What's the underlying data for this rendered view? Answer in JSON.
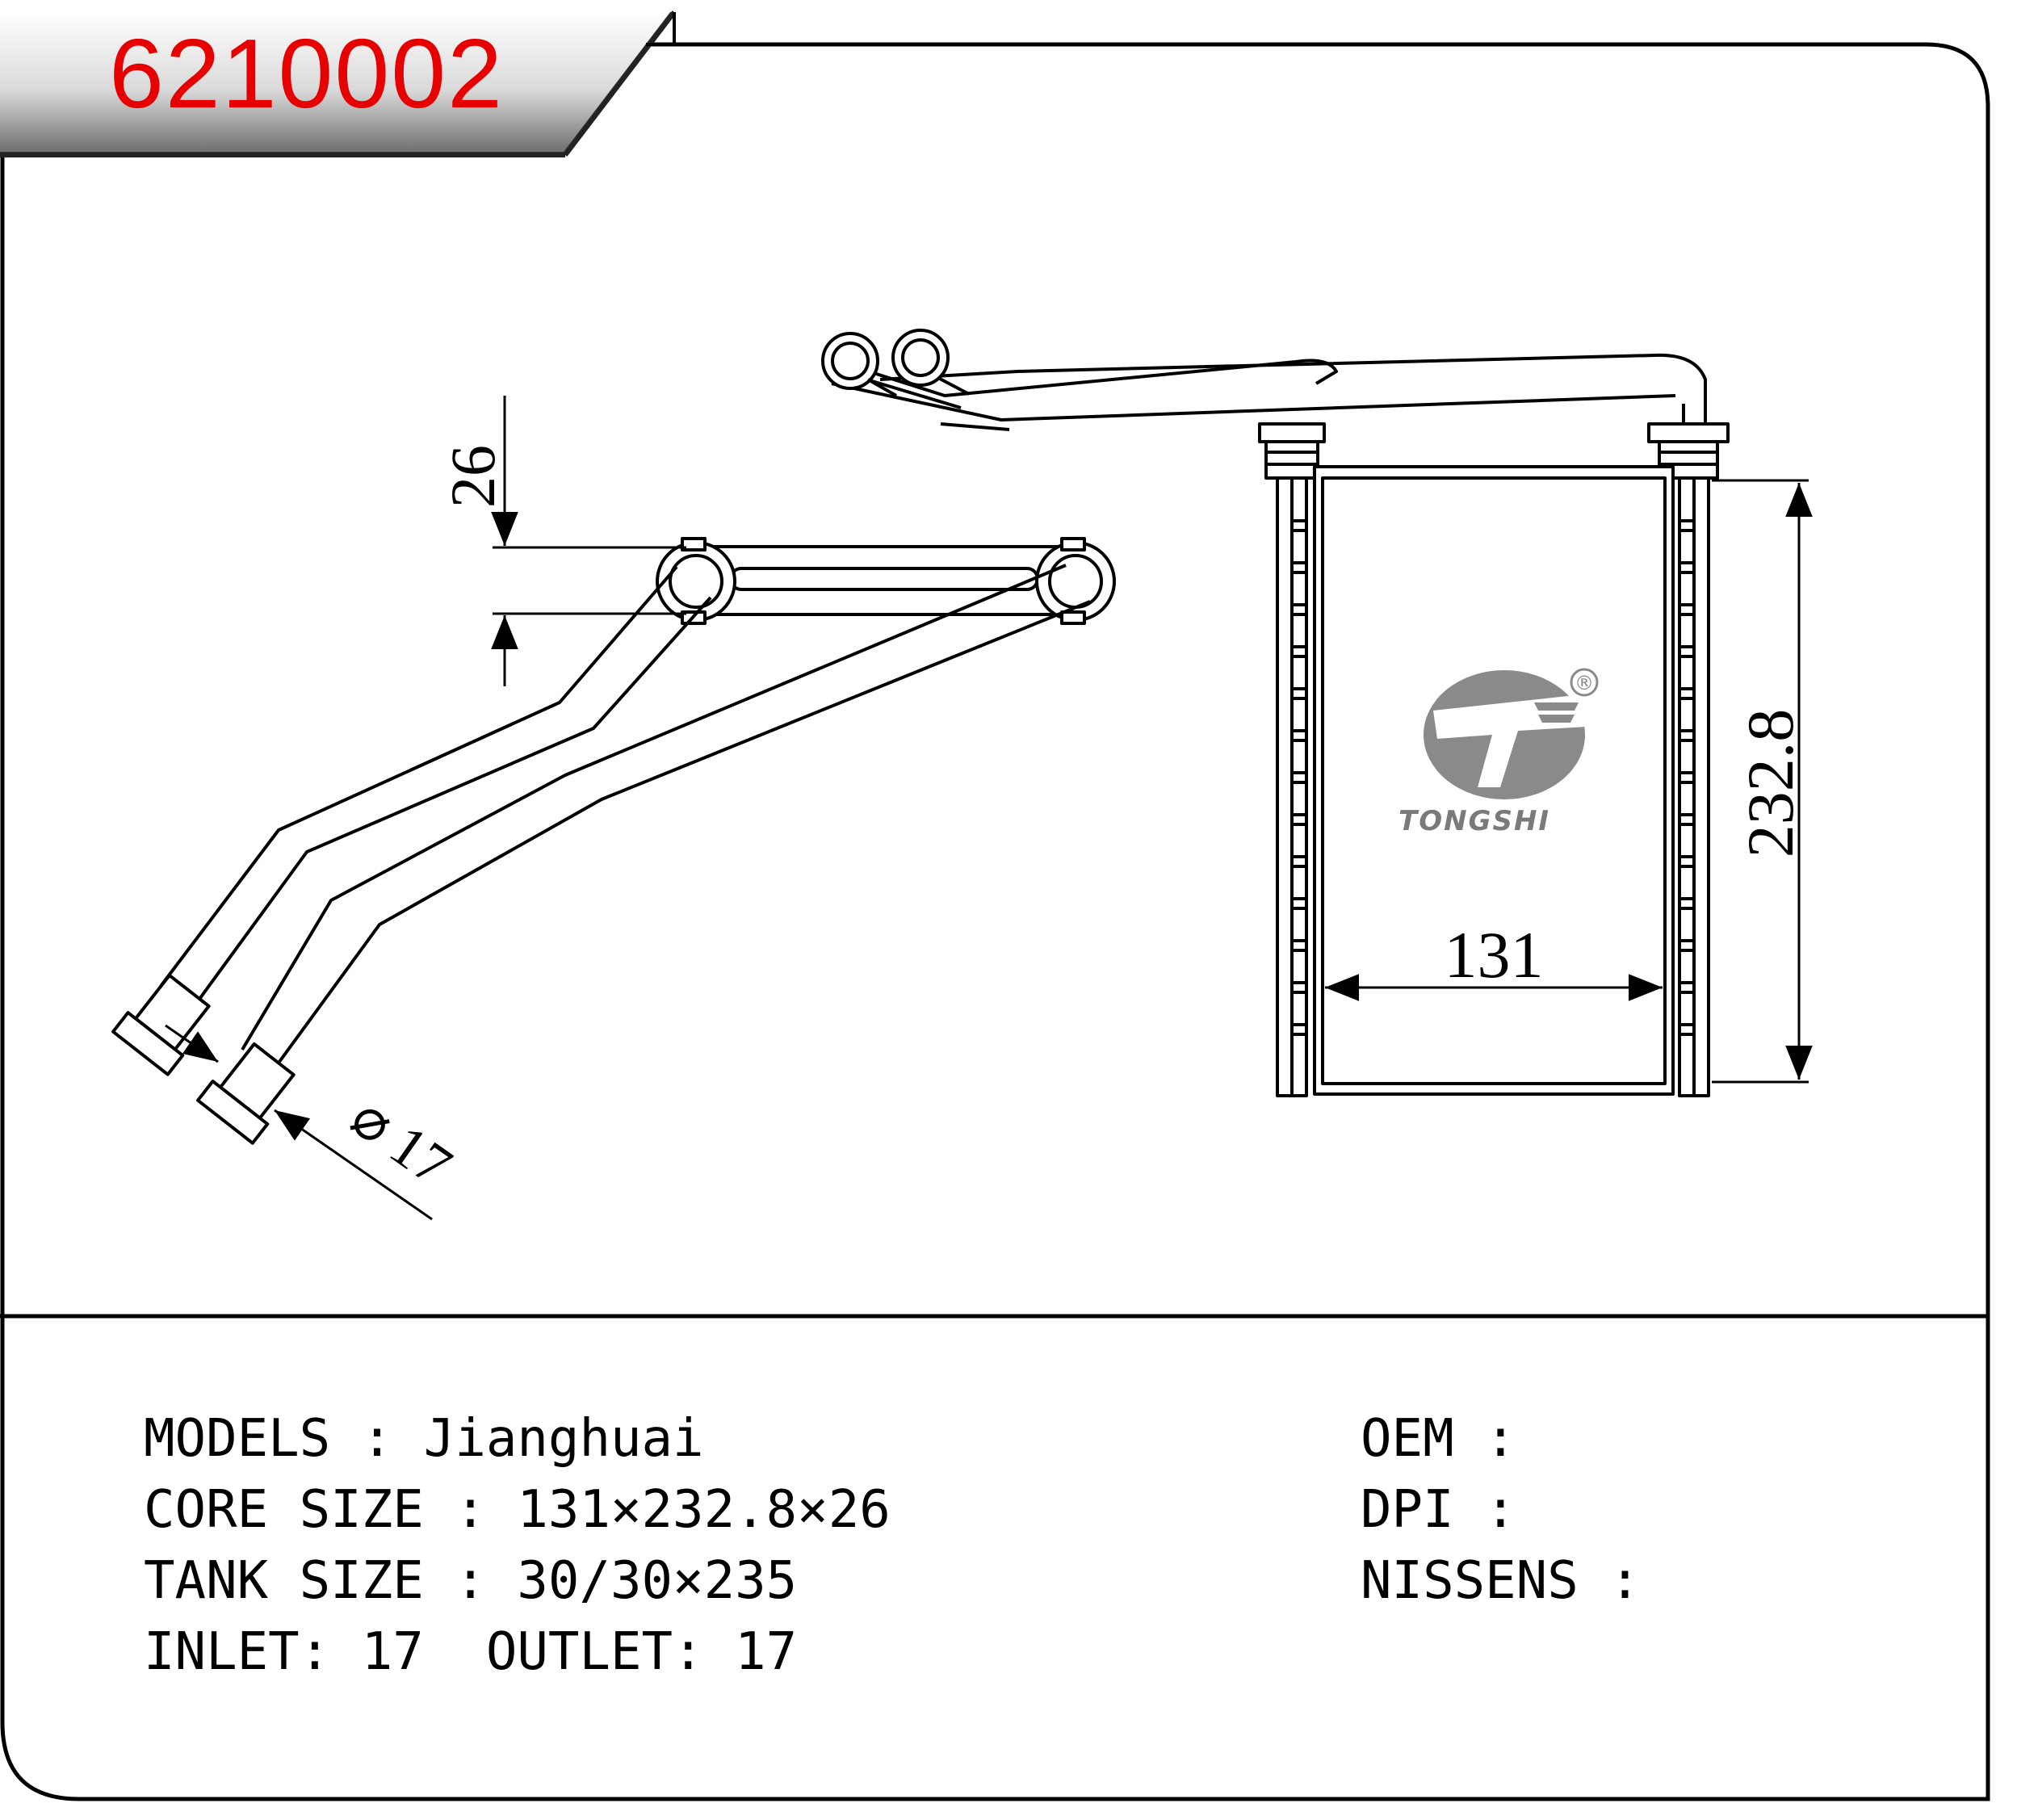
{
  "part_number": "6210002",
  "dimensions": {
    "thickness": "26",
    "height": "232.8",
    "width": "131",
    "pipe_diameter": "17",
    "diameter_symbol": "⌀"
  },
  "brand": {
    "name": "TONGSHI",
    "registered_mark": "®"
  },
  "specs": {
    "models": {
      "label": "MODELS",
      "sep": " : ",
      "value": "Jianghuai"
    },
    "core_size": {
      "label": "CORE SIZE",
      "sep": " : ",
      "value": "131×232.8×26"
    },
    "tank_size": {
      "label": "TANK SIZE",
      "sep": " : ",
      "value": "30/30×235"
    },
    "inlet": {
      "label": "INLET",
      "sep": ": ",
      "value": "17"
    },
    "outlet": {
      "label": "OUTLET",
      "sep": ": ",
      "value": "17"
    },
    "oem": {
      "label": "OEM",
      "sep": " :",
      "value": ""
    },
    "dpi": {
      "label": "DPI",
      "sep": " :",
      "value": ""
    },
    "nissens": {
      "label": "NISSENS",
      "sep": " :",
      "value": ""
    }
  },
  "colors": {
    "title_red": "#e60000",
    "banner_dark": "#3a3a3a",
    "logo_gray": "#7a7a7a"
  }
}
